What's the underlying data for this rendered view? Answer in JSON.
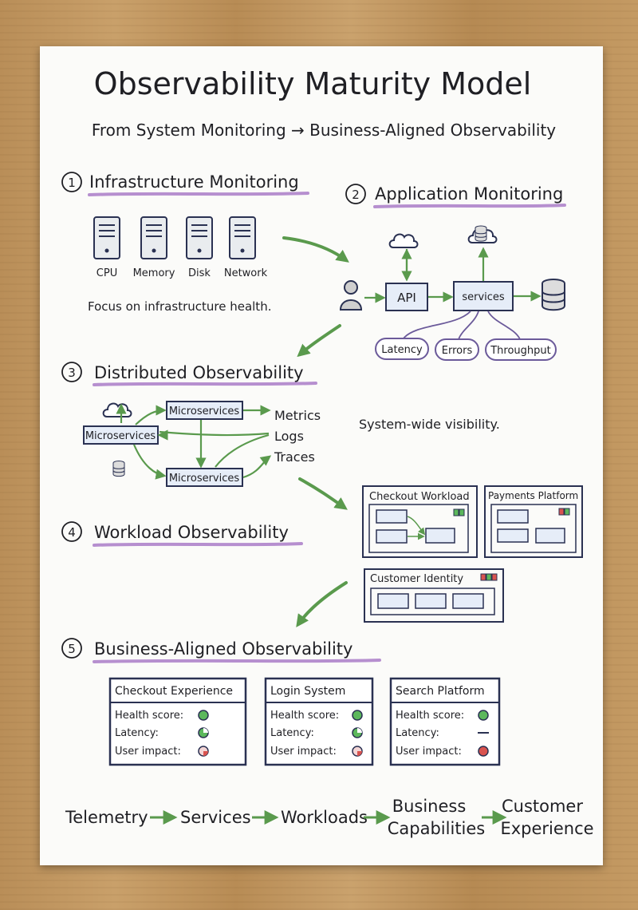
{
  "title": "Observability Maturity Model",
  "subtitle": "From System Monitoring → Business-Aligned Observability",
  "sections": [
    {
      "number": "1",
      "title": "Infrastructure Monitoring"
    },
    {
      "number": "2",
      "title": "Application Monitoring"
    },
    {
      "number": "3",
      "title": "Distributed Observability"
    },
    {
      "number": "4",
      "title": "Workload Observability"
    },
    {
      "number": "5",
      "title": "Business-Aligned Observability"
    }
  ],
  "infra": {
    "resources": [
      "CPU",
      "Memory",
      "Disk",
      "Network"
    ],
    "note": "Focus on infrastructure health."
  },
  "app": {
    "api": "API",
    "services": "services",
    "signals": [
      "Latency",
      "Errors",
      "Throughput"
    ]
  },
  "distributed": {
    "nodes": [
      "Microservices",
      "Microservices",
      "Microservices"
    ],
    "signals": [
      "Metrics",
      "Logs",
      "Traces"
    ],
    "note": "System-wide visibility."
  },
  "workloads": [
    "Checkout Workload",
    "Payments Platform",
    "Customer Identity"
  ],
  "business": {
    "metrics": [
      "Health score:",
      "Latency:",
      "User impact:"
    ],
    "cards": [
      {
        "title": "Checkout Experience",
        "status": [
          "healthy",
          "partial",
          "impacted"
        ]
      },
      {
        "title": "Login System",
        "status": [
          "healthy",
          "partial",
          "impacted"
        ]
      },
      {
        "title": "Search Platform",
        "status": [
          "healthy",
          "none",
          "critical"
        ]
      }
    ],
    "status_colors": {
      "healthy": "#5cb85c",
      "partial": "#5cb85c",
      "impacted": "#d9534f",
      "critical": "#d9534f"
    }
  },
  "flow": [
    "Telemetry",
    "Services",
    "Workloads",
    "Business",
    "Capabilities",
    "Customer",
    "Experience"
  ],
  "colors": {
    "accent_green": "#5a9a4d",
    "underline_purple": "#a574c4",
    "box_fill": "#e6edf8",
    "box_stroke": "#2a3152"
  }
}
